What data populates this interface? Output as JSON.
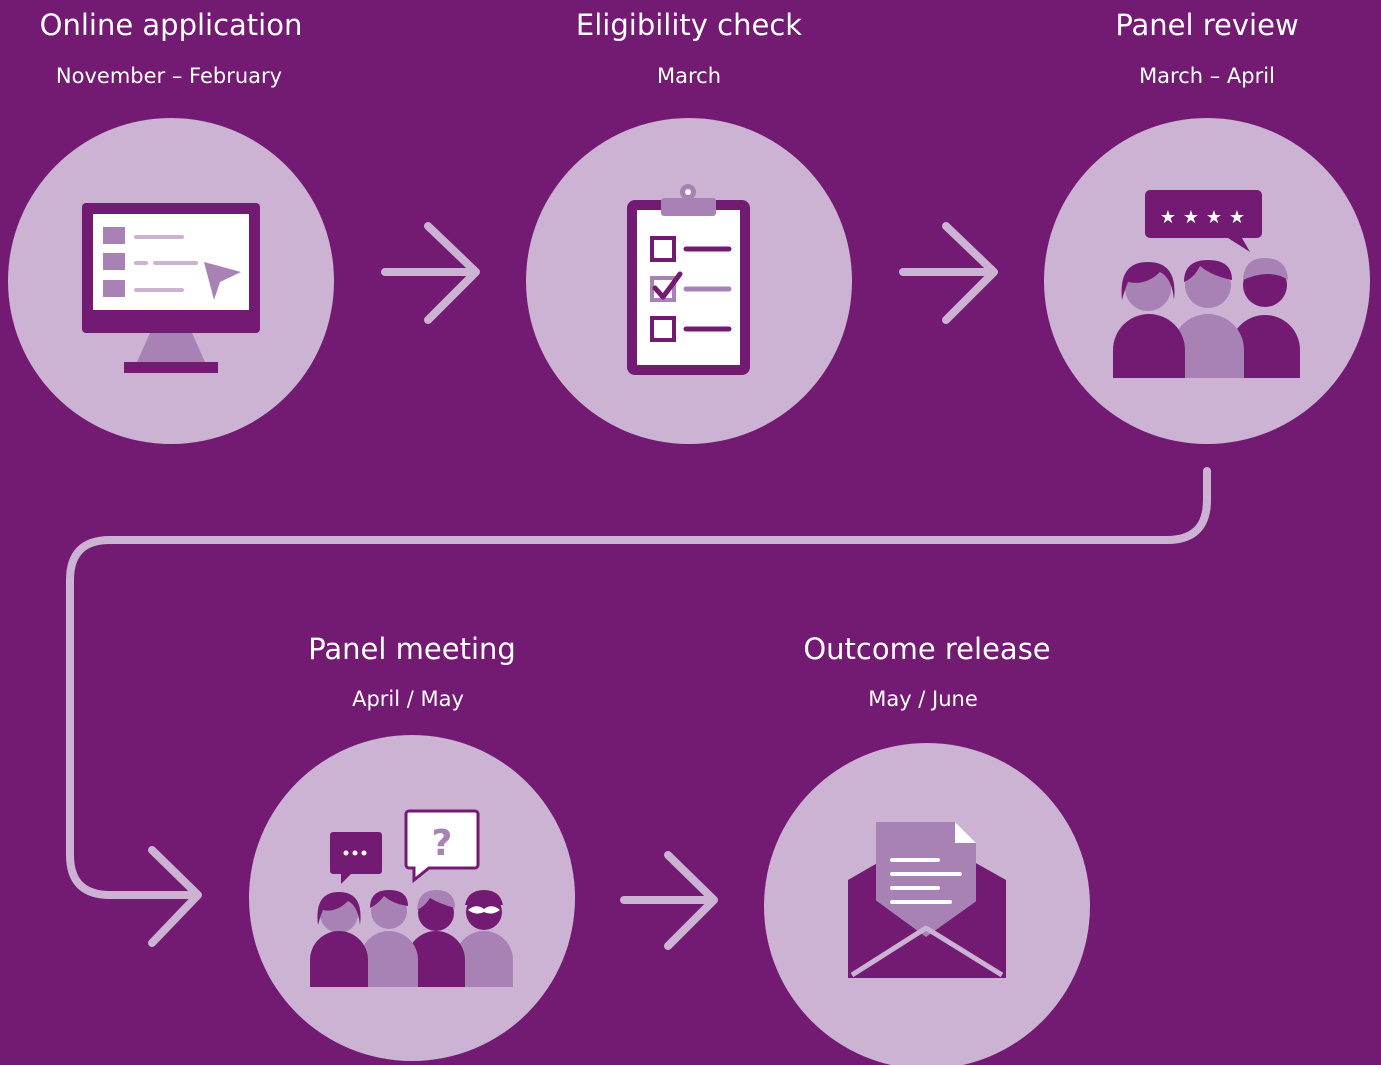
{
  "steps": [
    {
      "title": "Online application",
      "date": "November – February",
      "icon": "computer-monitor-icon"
    },
    {
      "title": "Eligibility check",
      "date": "March",
      "icon": "clipboard-checklist-icon"
    },
    {
      "title": "Panel review",
      "date": "March – April",
      "icon": "reviewers-rating-icon"
    },
    {
      "title": "Panel meeting",
      "date": "April / May",
      "icon": "group-discussion-icon"
    },
    {
      "title": "Outcome release",
      "date": "May / June",
      "icon": "open-envelope-letter-icon"
    }
  ],
  "colors": {
    "background": "#731a73",
    "circle": "#ccb3d4",
    "icon_dark": "#731a73",
    "icon_mid": "#a882b5",
    "icon_light": "#ffffff",
    "text": "#ffffff"
  }
}
